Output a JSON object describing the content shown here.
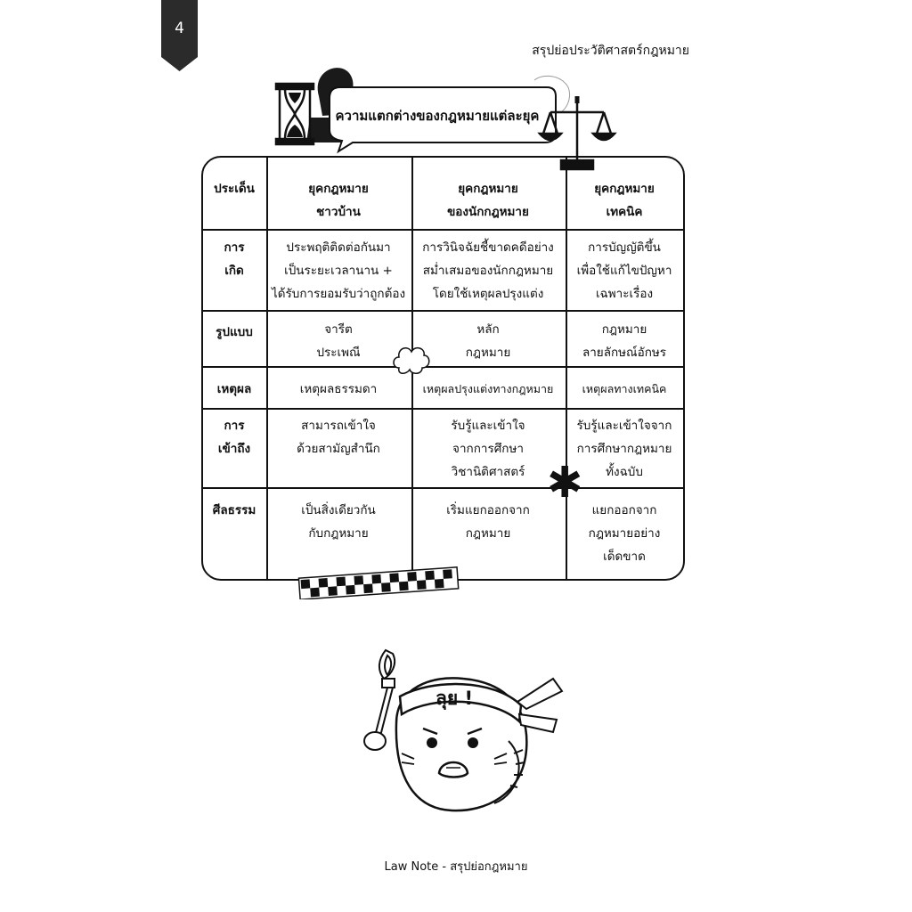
{
  "page_number": "4",
  "running_head": "สรุปย่อประวัติศาสตร์กฎหมาย",
  "title": "ความแตกต่างของกฎหมายแต่ละยุค",
  "table": {
    "headers": {
      "topic": "ประเด็น",
      "col1": [
        "ยุคกฎหมาย",
        "ชาวบ้าน"
      ],
      "col2": [
        "ยุคกฎหมาย",
        "ของนักกฎหมาย"
      ],
      "col3": [
        "ยุคกฎหมาย",
        "เทคนิค"
      ]
    },
    "rows": [
      {
        "topic": [
          "การ",
          "เกิด"
        ],
        "col1": [
          "ประพฤติติดต่อกันมา",
          "เป็นระยะเวลานาน +",
          "ได้รับการยอมรับว่าถูกต้อง"
        ],
        "col2": [
          "การวินิจฉัยชี้ขาดคดีอย่าง",
          "สม่ำเสมอของนักกฎหมาย",
          "โดยใช้เหตุผลปรุงแต่ง"
        ],
        "col3": [
          "การบัญญัติขึ้น",
          "เพื่อใช้แก้ไขปัญหา",
          "เฉพาะเรื่อง"
        ]
      },
      {
        "topic": [
          "รูปแบบ"
        ],
        "col1": [
          "จารีต",
          "ประเพณี"
        ],
        "col2": [
          "หลัก",
          "กฎหมาย"
        ],
        "col3": [
          "กฎหมาย",
          "ลายลักษณ์อักษร"
        ]
      },
      {
        "topic": [
          "เหตุผล"
        ],
        "col1": [
          "เหตุผลธรรมดา"
        ],
        "col2": [
          "เหตุผลปรุงแต่งทางกฎหมาย"
        ],
        "col3": [
          "เหตุผลทางเทคนิค"
        ]
      },
      {
        "topic": [
          "การ",
          "เข้าถึง"
        ],
        "col1": [
          "สามารถเข้าใจ",
          "ด้วยสามัญสำนึก"
        ],
        "col2": [
          "รับรู้และเข้าใจ",
          "จากการศึกษา",
          "วิชานิติศาสตร์"
        ],
        "col3": [
          "รับรู้และเข้าใจจาก",
          "การศึกษากฎหมาย",
          "ทั้งฉบับ"
        ]
      },
      {
        "topic": [
          "ศีลธรรม"
        ],
        "col1": [
          "เป็นสิ่งเดียวกัน",
          "กับกฎหมาย"
        ],
        "col2": [
          "เริ่มแยกออกจาก",
          "กฎหมาย"
        ],
        "col3": [
          "แยกออกจาก",
          "กฎหมายอย่าง",
          "เด็ดขาด"
        ]
      }
    ]
  },
  "mascot_label": "ลุย !",
  "footer": "Law Note - สรุปย่อกฎหมาย"
}
